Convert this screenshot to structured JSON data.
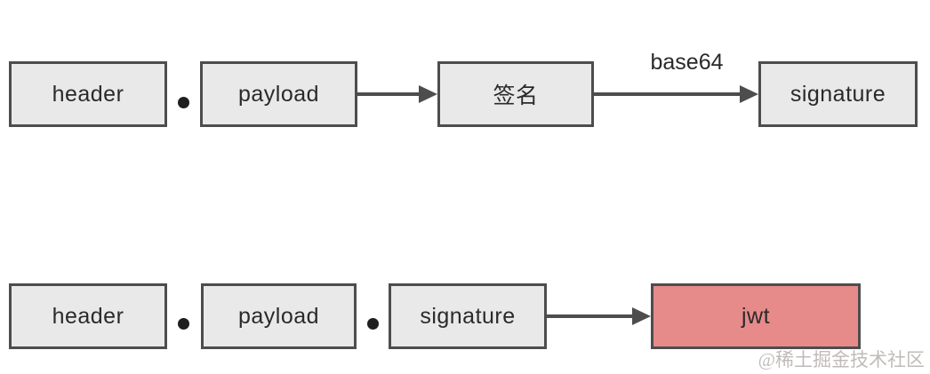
{
  "rows": [
    {
      "boxes": [
        {
          "label": "header"
        },
        {
          "label": "payload"
        },
        {
          "label": "签名"
        },
        {
          "label": "signature"
        }
      ],
      "separator": ".",
      "arrow_label": "base64"
    },
    {
      "boxes": [
        {
          "label": "header"
        },
        {
          "label": "payload"
        },
        {
          "label": "signature"
        },
        {
          "label": "jwt"
        }
      ],
      "separator": "."
    }
  ],
  "watermark": "@稀土掘金技术社区",
  "colors": {
    "background": "#ffffff",
    "box_fill": "#e9e9e9",
    "box_border": "#4d4d4d",
    "highlight_fill": "#e78a8a",
    "arrow": "#4d4d4d",
    "text": "#2a2a2a",
    "watermark": "#b6b0ae"
  }
}
